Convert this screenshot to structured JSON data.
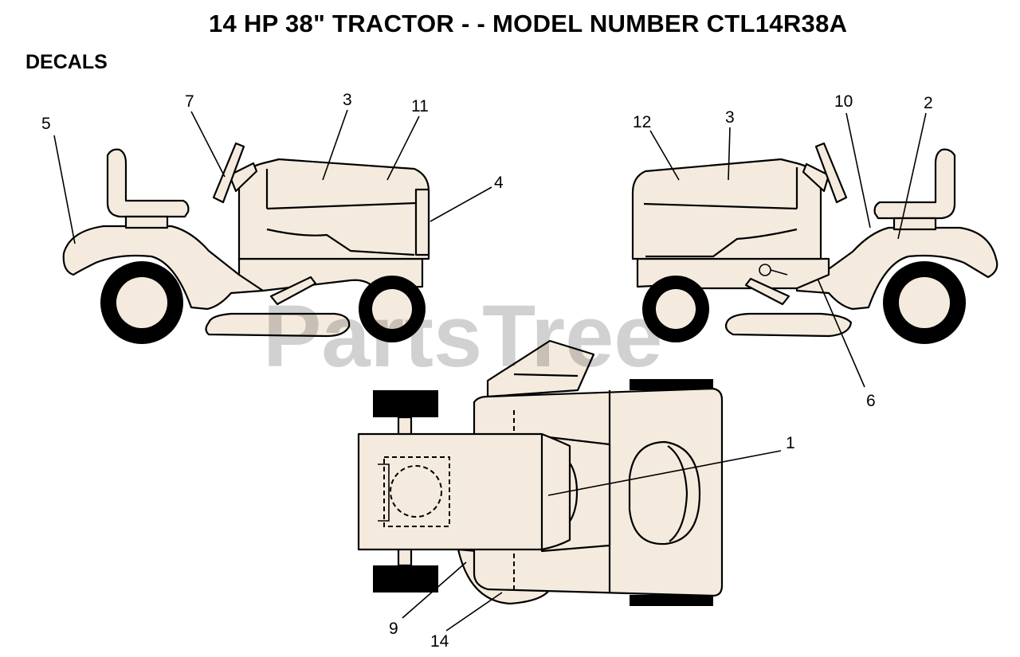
{
  "title": "14 HP 38\" TRACTOR - - MODEL NUMBER CTL14R38A",
  "section": "DECALS",
  "watermark": "PartsTree",
  "callouts": {
    "c1": "1",
    "c2": "2",
    "c3a": "3",
    "c3b": "3",
    "c4": "4",
    "c5": "5",
    "c6": "6",
    "c7": "7",
    "c9": "9",
    "c10": "10",
    "c11": "11",
    "c12": "12",
    "c14": "14"
  },
  "colors": {
    "fill": "#f4ebde",
    "ink": "#000000"
  }
}
